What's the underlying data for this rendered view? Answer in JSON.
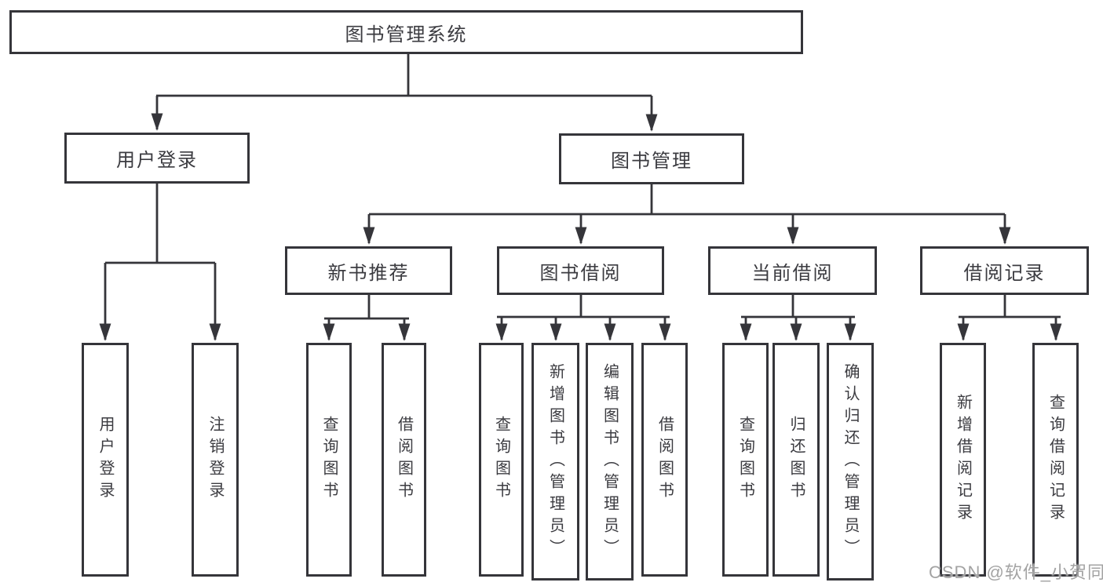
{
  "diagram": {
    "levels": {
      "root": {
        "label": "图书管理系统"
      },
      "modules": [
        {
          "label": "用户登录",
          "features": [
            {
              "label": "用户登录"
            },
            {
              "label": "注销登录"
            }
          ]
        },
        {
          "label": "图书管理",
          "submodules": [
            {
              "label": "新书推荐",
              "features": [
                {
                  "label": "查询图书"
                },
                {
                  "label": "借阅图书"
                }
              ]
            },
            {
              "label": "图书借阅",
              "features": [
                {
                  "label": "查询图书"
                },
                {
                  "label": "新增图书（管理员）"
                },
                {
                  "label": "编辑图书（管理员）"
                },
                {
                  "label": "借阅图书"
                }
              ]
            },
            {
              "label": "当前借阅",
              "features": [
                {
                  "label": "查询图书"
                },
                {
                  "label": "归还图书"
                },
                {
                  "label": "确认归还（管理员）"
                }
              ]
            },
            {
              "label": "借阅记录",
              "features": [
                {
                  "label": "新增借阅记录"
                },
                {
                  "label": "查询借阅记录"
                }
              ]
            }
          ]
        }
      ]
    },
    "watermark": "CSDN @软件_小贺同学",
    "colors": {
      "line": "#35353a",
      "box_border": "#35353a",
      "text": "#3b3b40",
      "watermark": "#a3a3a3",
      "background": "#ffffff"
    }
  }
}
